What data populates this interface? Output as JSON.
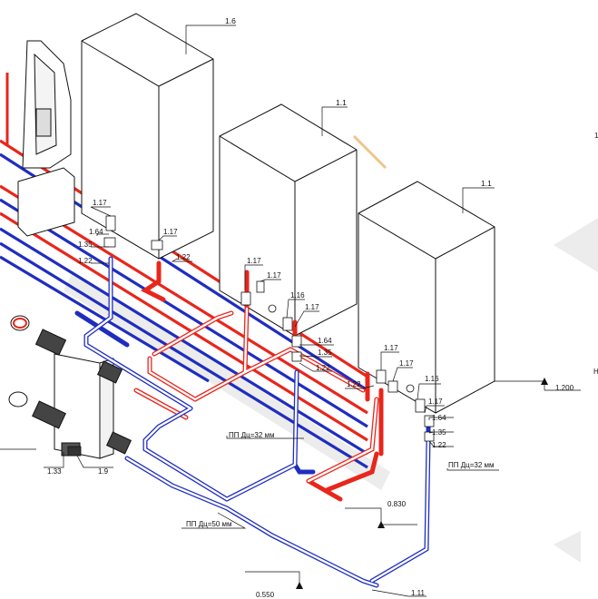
{
  "boiler_labels": {
    "b1": "1.6",
    "b2": "1.1",
    "b3": "1.1"
  },
  "pipe_labels": {
    "pp32_a": "ПП Дц=32 мм",
    "pp32_b": "ПП Дц=32 мм",
    "pp50": "ПП Дц=50 мм"
  },
  "elevations": {
    "e1200": "1.200",
    "e830": "0.830",
    "e550": "0.550"
  },
  "fitting_labels": {
    "g1_117": "1.17",
    "g1_164": "1.64",
    "g1_135": "1.35",
    "g1_122": "1.22",
    "g1_117b": "1.17",
    "g1_122b": "1.22",
    "g2_117": "1.17",
    "g2_117b": "1.17",
    "g2_116": "1.16",
    "g2_117c": "1.17",
    "g2_164": "1.64",
    "g2_135": "1.35",
    "g2_122": "1.22",
    "g3_117": "1.17",
    "g3_117b": "1.17",
    "g3_122": "1.22",
    "g3_116": "1.16",
    "g3_117c": "1.17",
    "g3_164": "1.64",
    "g3_135": "1.35",
    "g3_122b": "1.22"
  },
  "other_labels": {
    "l133": "1.33",
    "l19": "1.9",
    "l111": "1.11",
    "edge1": "1",
    "edgeH": "Н"
  },
  "colors": {
    "hot": "#e8261c",
    "cold": "#1f2dbf",
    "line": "#111111",
    "ghost": "#e9e9e9"
  }
}
